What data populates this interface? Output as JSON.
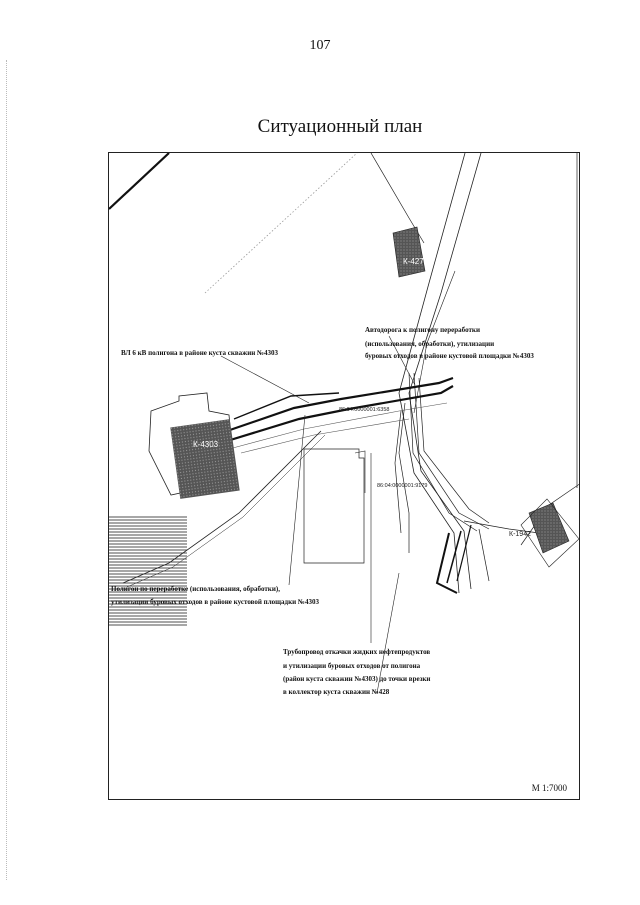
{
  "page": {
    "number": "107",
    "title": "Ситуационный план"
  },
  "map": {
    "scale": "М 1:7000",
    "labels": {
      "power_line": "ВЛ 6 кВ полигона в районе куста скважин №4303",
      "road": [
        "Автодорога к полигону переработки",
        "(использования, обработки), утилизации",
        "буровых отходов в районе кустовой площадки №4303"
      ],
      "polygon": [
        "Полигон по переработке (использования, обработки),",
        "утилизации буровых отходов в районе кустовой площадки №4303"
      ],
      "pipeline": [
        "Трубопровод откачки жидких нефтепродуктов",
        "и утилизации буровых отходов от полигона",
        "(район куста скважин №4303) до точки врезки",
        "в коллектор куста скважин №428"
      ]
    },
    "cadastral": {
      "parcel_1": "86:04:0000001:6358",
      "parcel_2": "86:04:0000001:9179"
    },
    "pads": {
      "pad_a": "К-4303",
      "pad_b": "К-427",
      "pad_c": "К-1942"
    }
  }
}
